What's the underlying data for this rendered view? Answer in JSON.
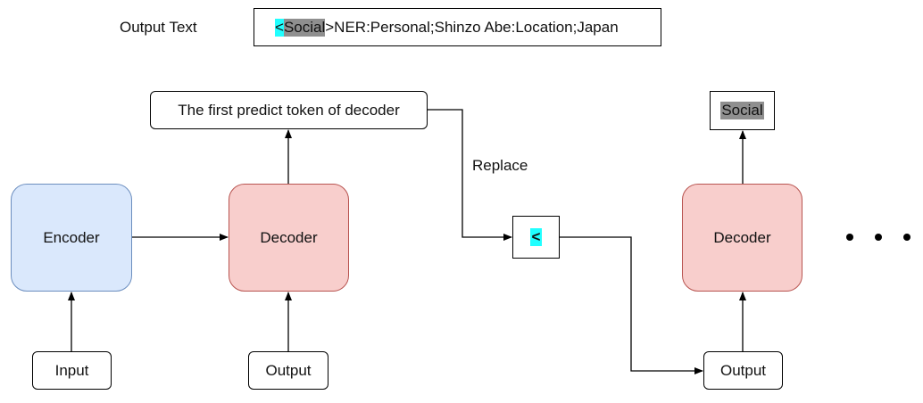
{
  "output_label": "Output Text",
  "output_text": {
    "open_bracket": "<",
    "token": "Social",
    "rest": ">NER:Personal;Shinzo Abe:Location;Japan"
  },
  "nodes": {
    "encoder": "Encoder",
    "decoder_1": "Decoder",
    "decoder_2": "Decoder",
    "input": "Input",
    "output_1": "Output",
    "output_2": "Output",
    "first_token": "The first predict token of decoder",
    "replace_label": "Replace",
    "replaced_token": "<",
    "predicted_token": "Social"
  },
  "colors": {
    "encoder_fill": "#dae8fc",
    "encoder_stroke": "#6c8ebf",
    "decoder_fill": "#f8cecc",
    "decoder_stroke": "#b85450",
    "cyan_highlight": "#20ffff",
    "gray_highlight": "#8f8f8f"
  }
}
